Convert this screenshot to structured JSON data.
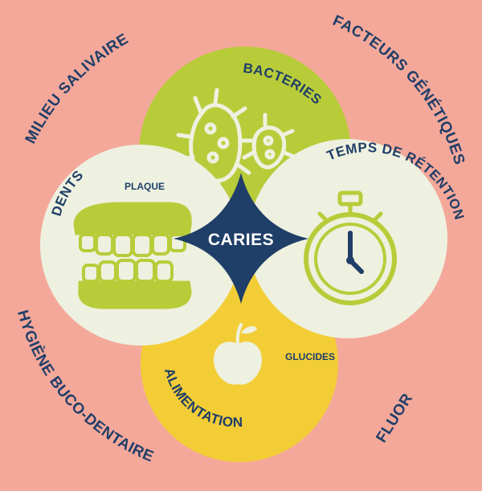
{
  "colors": {
    "background": "#f4a89a",
    "navy": "#1f3e68",
    "green": "#b8cc3a",
    "cream": "#eef1df",
    "yellow": "#f3cd36"
  },
  "center": {
    "label": "CARIES"
  },
  "circles": {
    "bacteries": {
      "label": "BACTERIES",
      "icon": "bacteria-icon"
    },
    "dents": {
      "label": "DENTS",
      "icon": "teeth-icon"
    },
    "temps": {
      "label": "TEMPS DE RÉTENTION",
      "icon": "stopwatch-icon"
    },
    "alimentation": {
      "label": "ALIMENTATION",
      "icon": "apple-icon"
    }
  },
  "overlap_labels": {
    "plaque": "PLAQUE",
    "glucides": "GLUCIDES"
  },
  "outer_factors": {
    "milieu": "MILIEU SALIVAIRE",
    "genetiques": "FACTEURS GÉNÉTIQUES",
    "hygiene": "HYGIÈNE BUCO-DENTAIRE",
    "fluor": "FLUOR"
  }
}
